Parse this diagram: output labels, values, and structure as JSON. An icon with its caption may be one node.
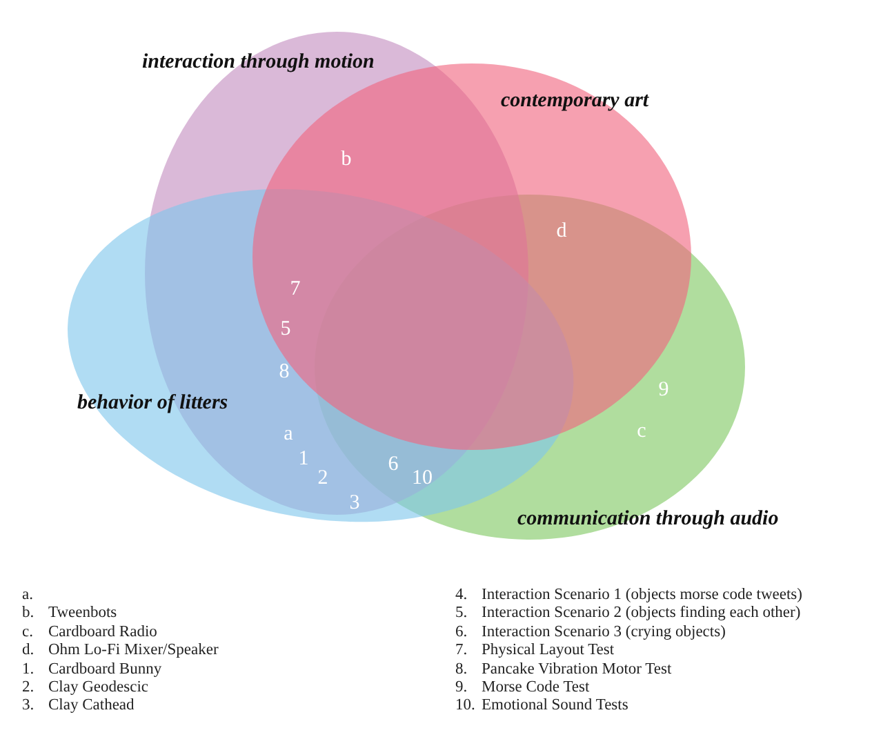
{
  "diagram": {
    "nodes": [
      {
        "text": [
          "interaction through motion"
        ]
      },
      {
        "text": [
          "contemporary art"
        ]
      },
      {
        "text": [
          "behavior of litters"
        ]
      },
      {
        "text": [
          "communication through audio"
        ]
      }
    ],
    "labels": [
      "b",
      "d",
      "7",
      "5",
      "8",
      "9",
      "a",
      "c",
      "1",
      "6",
      "2",
      "10",
      "3",
      "a.",
      "b.",
      "Tweenbots",
      "c.",
      "Cardboard Radio",
      "d.",
      "Ohm Lo-Fi Mixer/Speaker",
      "1.",
      "Cardboard Bunny",
      "2.",
      "Clay Geodescic",
      "3.",
      "Clay Cathead",
      "4.",
      "Interaction Scenario 1 (objects morse code tweets)",
      "5.",
      "Interaction Scenario 2 (objects finding each other)",
      "6.",
      "Interaction Scenario 3 (crying objects)",
      "7.",
      "Physical Layout Test",
      "8.",
      "Pancake Vibration Motor Test",
      "9.",
      "Morse Code Test",
      "10.",
      "Emotional Sound Tests"
    ]
  }
}
